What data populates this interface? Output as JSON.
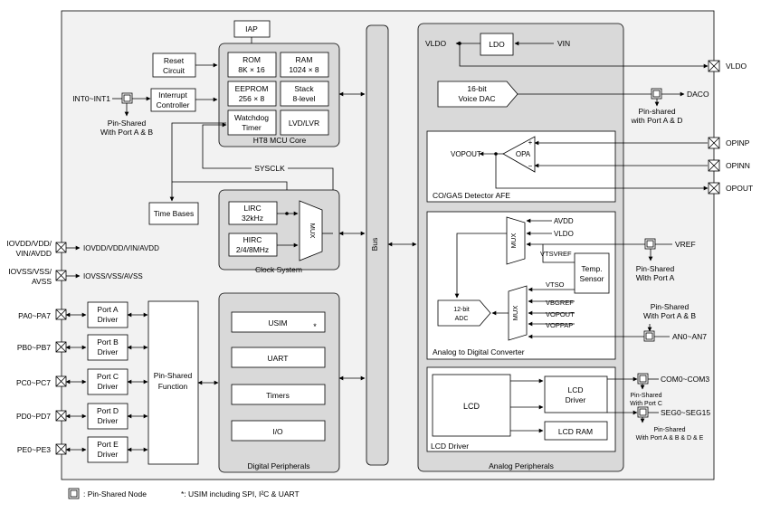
{
  "left_pins": {
    "int": "INT0~INT1",
    "iovdd_1": "IOVDD/VDD/",
    "iovdd_2": "VIN/AVDD",
    "iovss_1": "IOVSS/VSS/",
    "iovss_2": "AVSS",
    "pa": "PA0~PA7",
    "pb": "PB0~PB7",
    "pc": "PC0~PC7",
    "pd": "PD0~PD7",
    "pe": "PE0~PE3"
  },
  "power_labels": {
    "vdd_line": "IOVDD/VDD/VIN/AVDD",
    "vss_line": "IOVSS/VSS/AVSS"
  },
  "blocks": {
    "iap": "IAP",
    "reset_1": "Reset",
    "reset_2": "Circuit",
    "int_1": "Interrupt",
    "int_2": "Controller",
    "rom_1": "ROM",
    "rom_2": "8K × 16",
    "ram_1": "RAM",
    "ram_2": "1024 × 8",
    "eeprom_1": "EEPROM",
    "eeprom_2": "256 × 8",
    "stack_1": "Stack",
    "stack_2": "8-level",
    "wdt_1": "Watchdog",
    "wdt_2": "Timer",
    "lvd": "LVD/LVR",
    "mcu_core": "HT8 MCU Core",
    "sysclk": "SYSCLK",
    "time_bases": "Time Bases",
    "lirc_1": "LIRC",
    "lirc_2": "32kHz",
    "hirc_1": "HIRC",
    "hirc_2": "2/4/8MHz",
    "mux": "MUX",
    "clock_system": "Clock System",
    "pin_shared_ab_1": "Pin-Shared",
    "pin_shared_ab_2": "With Port A & B",
    "port_a_1": "Port A",
    "port_a_2": "Driver",
    "port_b_1": "Port B",
    "port_b_2": "Driver",
    "port_c_1": "Port C",
    "port_c_2": "Driver",
    "port_d_1": "Port D",
    "port_d_2": "Driver",
    "port_e_1": "Port E",
    "port_e_2": "Driver",
    "pin_shared_fn_1": "Pin-Shared",
    "pin_shared_fn_2": "Function",
    "usim": "USIM",
    "usim_star": "*",
    "uart": "UART",
    "timers": "Timers",
    "io": "I/O",
    "digital_peripherals": "Digital Peripherals",
    "bus": "Bus"
  },
  "analog": {
    "vldo": "VLDO",
    "ldo": "LDO",
    "vin": "VIN",
    "dac_1": "16-bit",
    "dac_2": "Voice DAC",
    "daco": "DACO",
    "daco_shared_1": "Pin-shared",
    "daco_shared_2": "with Port A & D",
    "vopout": "VOPOUT",
    "opa": "OPA",
    "plus": "+",
    "minus": "−",
    "opinp": "OPINP",
    "opinn": "OPINN",
    "opout": "OPOUT",
    "afe_title": "CO/GAS Detector AFE",
    "avdd": "AVDD",
    "vldo_in": "VLDO",
    "vtsvref": "VTSVREF",
    "vref": "VREF",
    "vref_shared_1": "Pin-Shared",
    "vref_shared_2": "With Port A",
    "temp_1": "Temp.",
    "temp_2": "Sensor",
    "vtso": "VTSO",
    "vbgref": "VBGREF",
    "vopout_in": "VOPOUT",
    "voppap": "VOPPAP",
    "adc_1": "12-bit",
    "adc_2": "ADC",
    "an_shared_1": "Pin-Shared",
    "an_shared_2": "With Port A & B",
    "an": "AN0~AN7",
    "adc_title": "Analog to Digital Converter",
    "lcd": "LCD",
    "lcd_drv_1": "LCD",
    "lcd_drv_2": "Driver",
    "lcd_ram": "LCD RAM",
    "com": "COM0~COM3",
    "com_shared_1": "Pin-Shared",
    "com_shared_2": "With Port C",
    "seg": "SEG0~SEG15",
    "seg_shared_1": "Pin-Shared",
    "seg_shared_2": "With Port A & B & D & E",
    "lcd_title": "LCD Driver",
    "analog_peripherals": "Analog Peripherals"
  },
  "legend": {
    "node": ": Pin-Shared Node",
    "note": "*: USIM including SPI, I²C & UART"
  }
}
